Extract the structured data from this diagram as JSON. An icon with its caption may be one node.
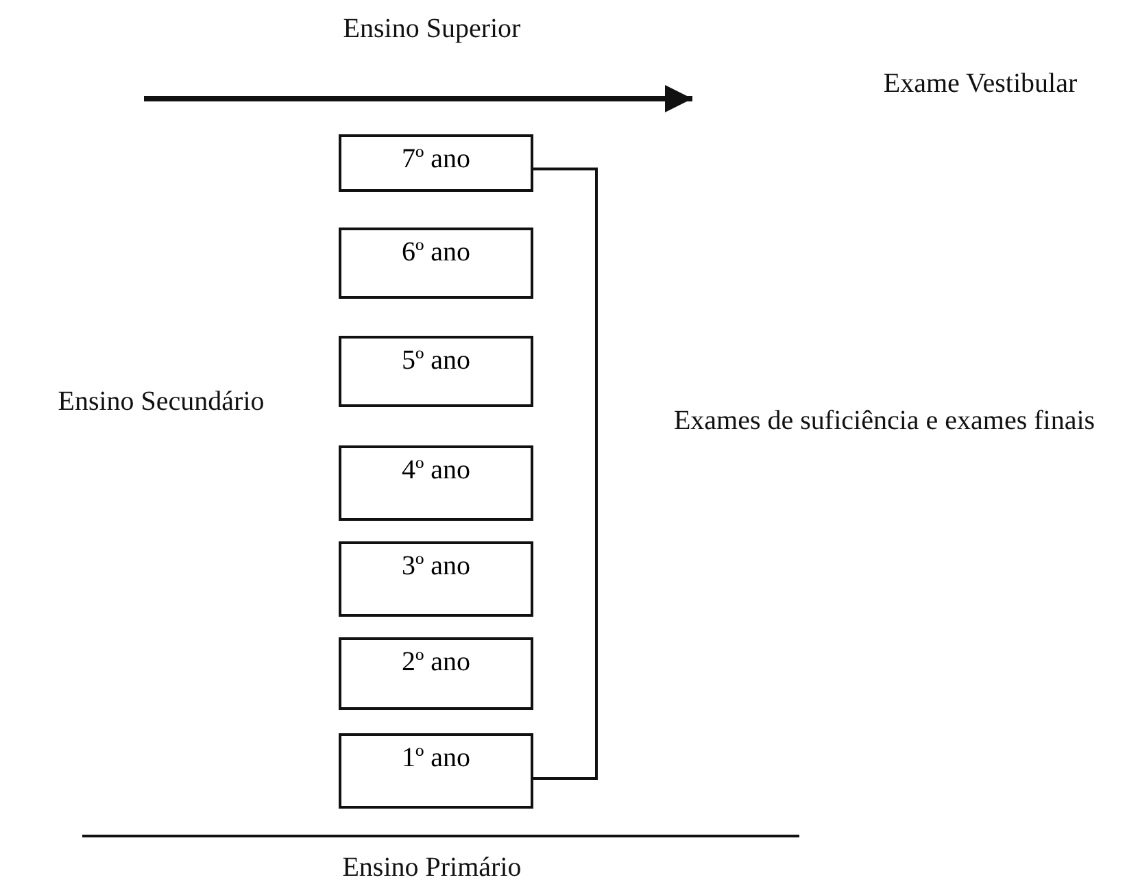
{
  "diagram": {
    "nodes": [
      {
        "text": [
          "7º ano"
        ]
      },
      {
        "text": [
          "6º ano"
        ]
      },
      {
        "text": [
          "5º ano"
        ]
      },
      {
        "text": [
          "4º ano"
        ]
      },
      {
        "text": [
          "3º ano"
        ]
      },
      {
        "text": [
          "2º ano"
        ]
      },
      {
        "text": [
          "1º ano"
        ]
      }
    ],
    "edges": [
      {
        "from": 0,
        "to": 6,
        "arrow": "none"
      }
    ],
    "labels": [
      "Ensino Superior",
      "Exame Vestibular",
      "Ensino Secundário",
      "Exames de suficiência e exames finais",
      "Ensino Primário"
    ]
  }
}
